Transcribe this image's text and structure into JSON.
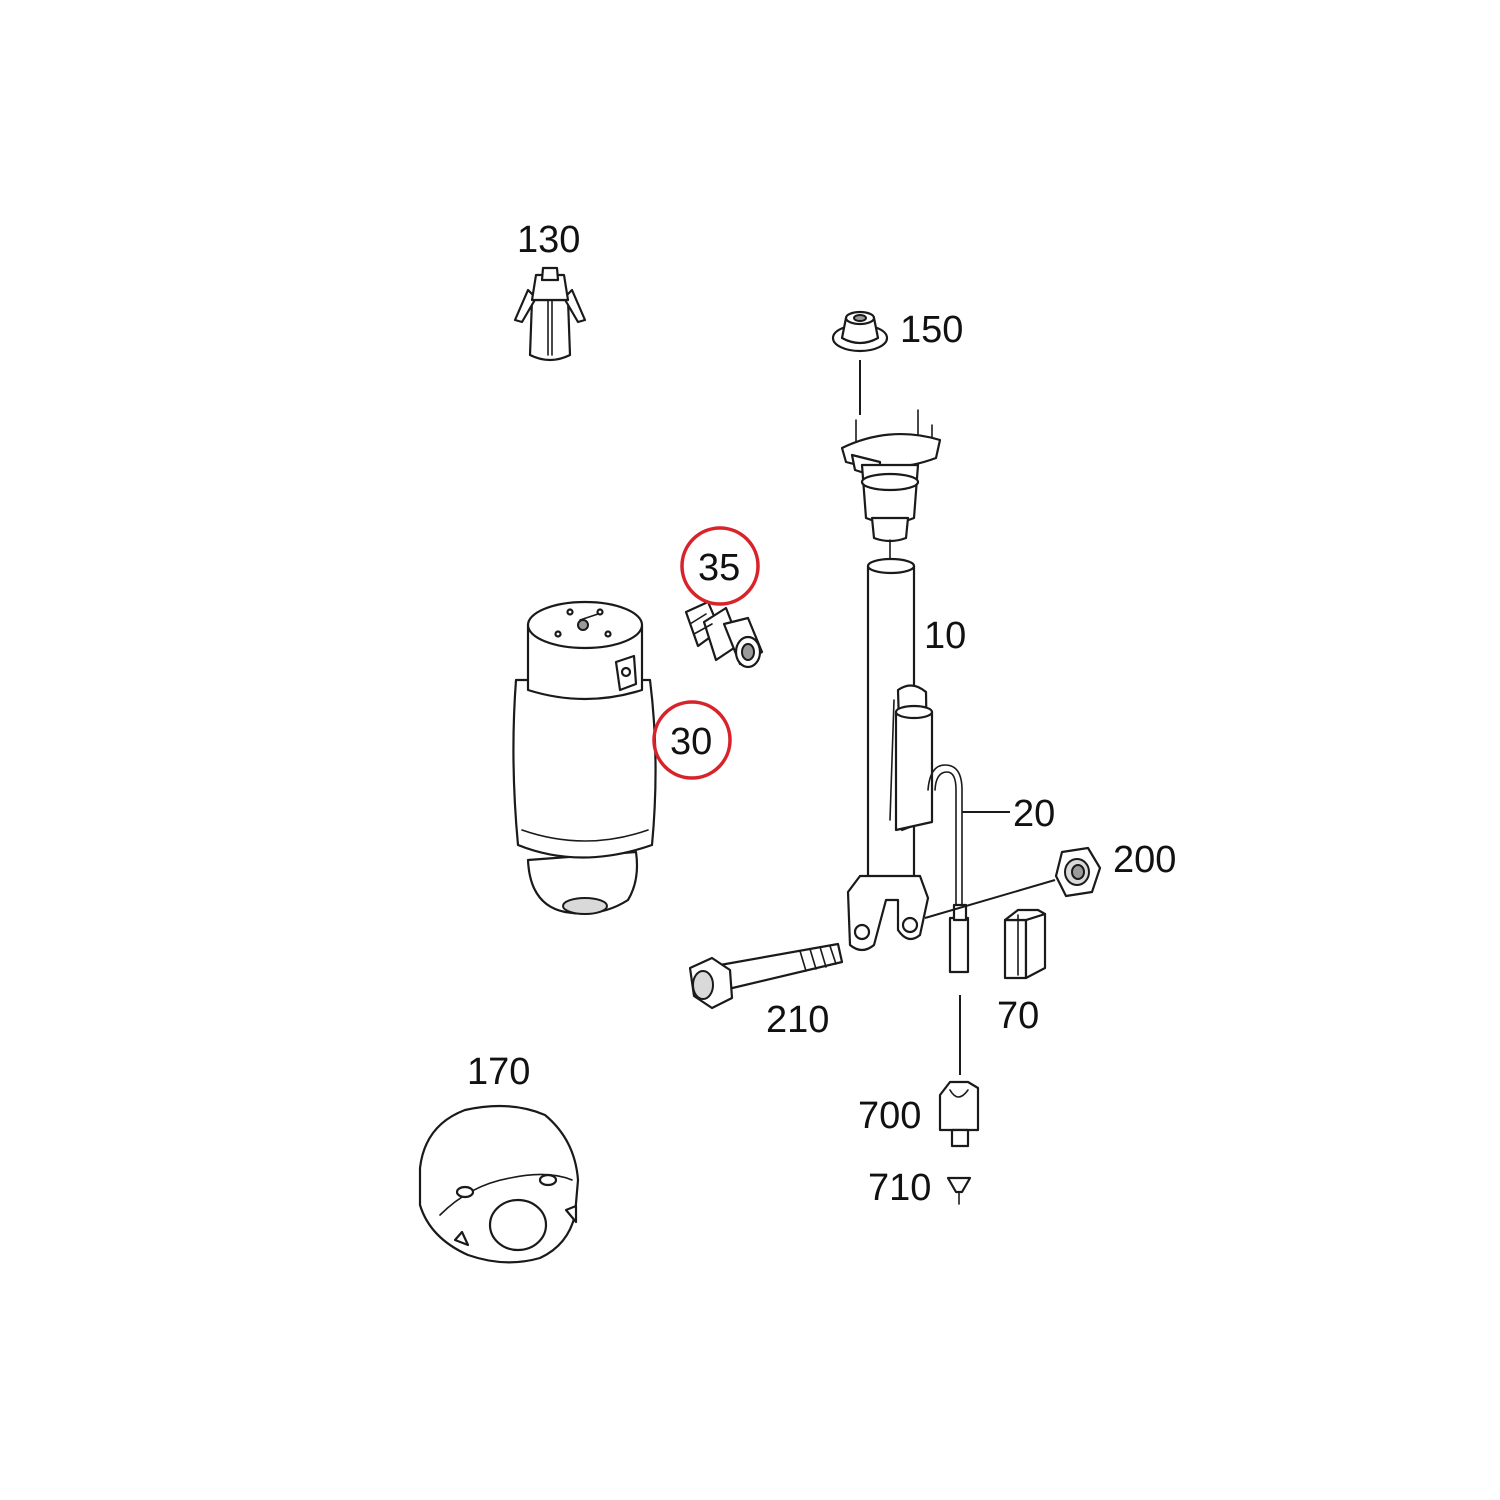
{
  "colors": {
    "line": "#1a1a1a",
    "fill_light": "#d9d9d9",
    "fill_mid": "#9a9a9a",
    "highlight": "#d8232a",
    "label": "#111111"
  },
  "parts": [
    {
      "id": "p10",
      "label": "10",
      "icon": "shock-absorber-strut-icon",
      "highlighted": false
    },
    {
      "id": "p20",
      "label": "20",
      "icon": "wiring-sensor-cable-icon",
      "highlighted": false
    },
    {
      "id": "p30",
      "label": "30",
      "icon": "air-spring-bellows-icon",
      "highlighted": true
    },
    {
      "id": "p35",
      "label": "35",
      "icon": "air-valve-fitting-icon",
      "highlighted": true
    },
    {
      "id": "p70",
      "label": "70",
      "icon": "connector-clip-icon",
      "highlighted": false
    },
    {
      "id": "p130",
      "label": "130",
      "icon": "push-clip-icon",
      "highlighted": false
    },
    {
      "id": "p150",
      "label": "150",
      "icon": "flange-nut-icon",
      "highlighted": false
    },
    {
      "id": "p170",
      "label": "170",
      "icon": "rubber-mount-icon",
      "highlighted": false
    },
    {
      "id": "p200",
      "label": "200",
      "icon": "hex-nut-icon",
      "highlighted": false
    },
    {
      "id": "p210",
      "label": "210",
      "icon": "hex-bolt-icon",
      "highlighted": false
    },
    {
      "id": "p700",
      "label": "700",
      "icon": "plug-connector-icon",
      "highlighted": false
    },
    {
      "id": "p710",
      "label": "710",
      "icon": "connector-pin-icon",
      "highlighted": false
    }
  ]
}
